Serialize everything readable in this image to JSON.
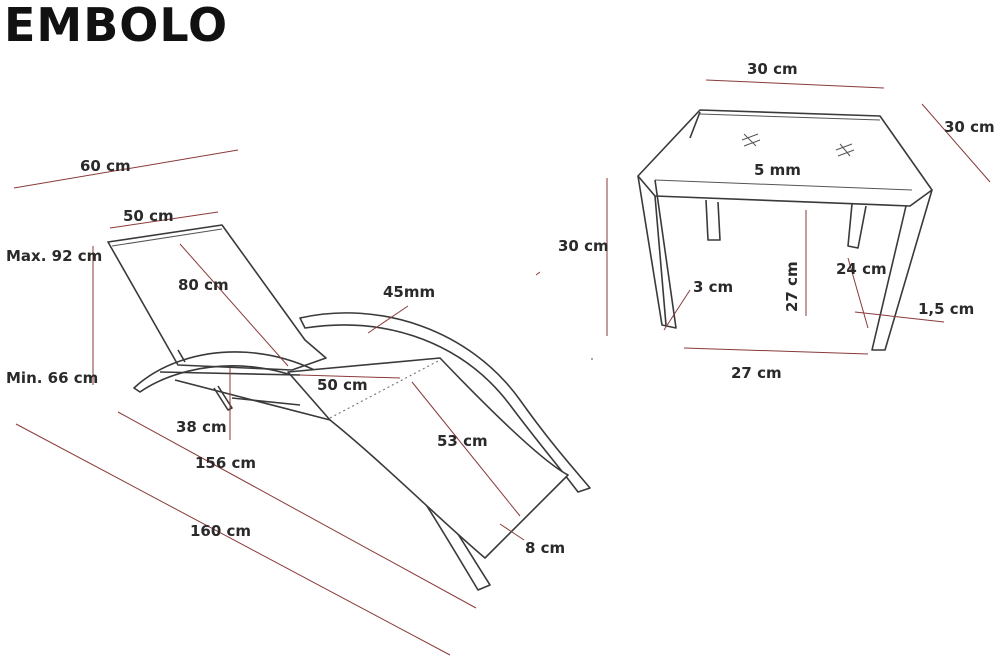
{
  "title": "EMBOLO",
  "lounger": {
    "width_total": "60 cm",
    "width_seat": "50 cm",
    "height_max": "Max. 92 cm",
    "height_min": "Min. 66 cm",
    "backrest_length": "80 cm",
    "tube": "45mm",
    "seat_width": "50 cm",
    "leg_height": "38 cm",
    "length_inner": "156 cm",
    "length_total": "160 cm",
    "seat_length": "53 cm",
    "foot_height": "8 cm"
  },
  "table": {
    "top_width": "30 cm",
    "top_depth": "30 cm",
    "height": "30 cm",
    "glass": "5 mm",
    "leg_width": "3 cm",
    "inner_height": "27 cm",
    "inner_width": "27 cm",
    "leg_inner": "24 cm",
    "leg_thickness": "1,5 cm"
  }
}
